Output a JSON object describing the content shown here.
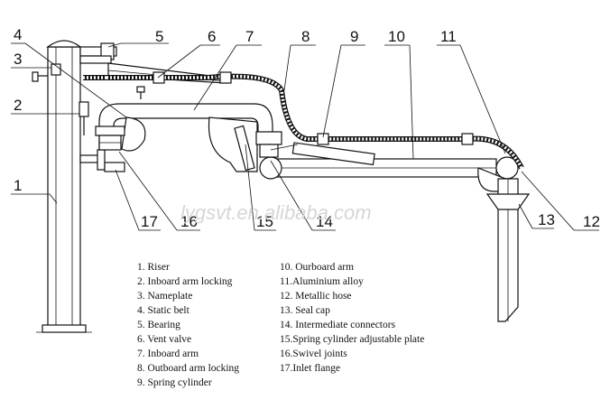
{
  "callouts": [
    "1",
    "2",
    "3",
    "4",
    "5",
    "6",
    "7",
    "8",
    "9",
    "10",
    "11",
    "12",
    "13",
    "14",
    "15",
    "16",
    "17"
  ],
  "legend_left": [
    "1. Riser",
    "2. Inboard arm locking",
    "3. Nameplate",
    "4. Static belt",
    "5. Bearing",
    "6. Vent valve",
    "7. Inboard arm",
    "8. Outboard arm locking",
    "9. Spring cylinder"
  ],
  "legend_right": [
    "10. Ourboard arm",
    "11.Aluminium alloy",
    "12. Metallic hose",
    "13. Seal cap",
    "14. Intermediate connectors",
    "15.Spring cylinder adjustable plate",
    "16.Swivel joints",
    "17.Inlet flange"
  ],
  "watermark": "lygsvt.en.alibaba.com"
}
